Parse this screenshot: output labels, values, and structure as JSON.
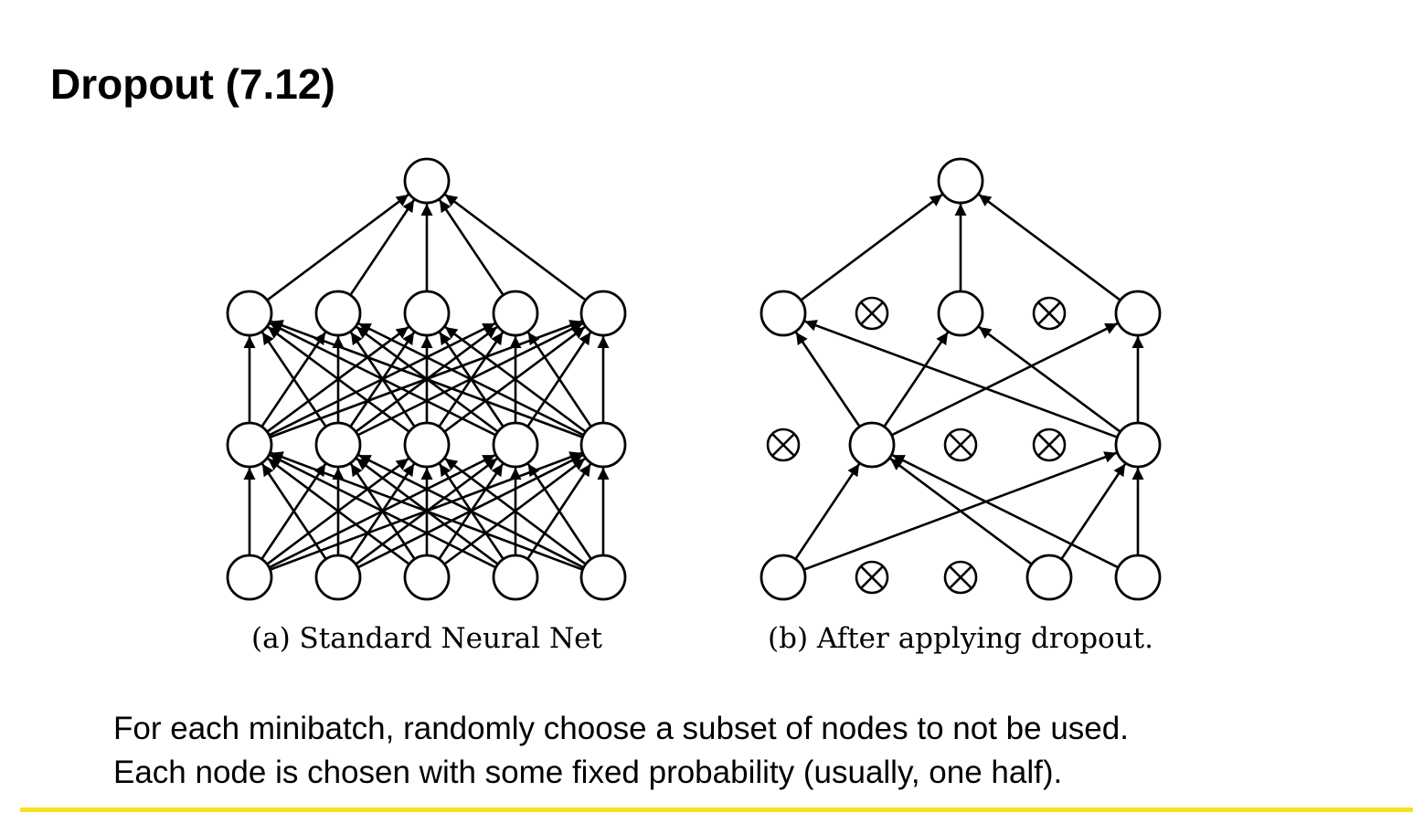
{
  "slide": {
    "title": "Dropout (7.12)",
    "body_lines": [
      "For each minibatch, randomly choose a subset of nodes to not be used.",
      "Each node is chosen with some fixed probability (usually, one half)."
    ],
    "accent_color": "#f6e11a"
  },
  "figure": {
    "panels": [
      {
        "id": "a",
        "caption": "(a) Standard Neural Net",
        "layer_sizes": [
          5,
          5,
          5,
          1
        ],
        "dropped_nodes": [],
        "connections": "all"
      },
      {
        "id": "b",
        "caption": "(b) After applying dropout.",
        "layer_sizes": [
          5,
          5,
          5,
          1
        ],
        "dropped_nodes": [
          {
            "layer": 0,
            "index": 1
          },
          {
            "layer": 0,
            "index": 2
          },
          {
            "layer": 1,
            "index": 0
          },
          {
            "layer": 1,
            "index": 2
          },
          {
            "layer": 1,
            "index": 3
          },
          {
            "layer": 2,
            "index": 1
          },
          {
            "layer": 2,
            "index": 3
          }
        ],
        "connections": "active-only"
      }
    ],
    "node_icon": "circle-node",
    "dropped_icon": "circled-x-icon"
  }
}
